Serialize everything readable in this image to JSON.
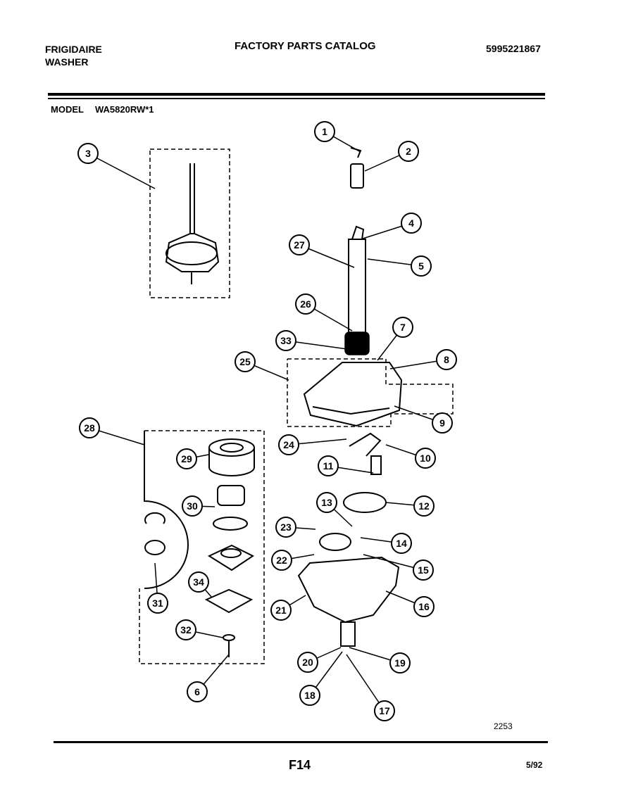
{
  "header": {
    "brand_line1": "FRIGIDAIRE",
    "brand_line2": "WASHER",
    "title": "FACTORY PARTS CATALOG",
    "catalog_number": "5995221867"
  },
  "model": {
    "label": "MODEL",
    "value": "WA5820RW*1"
  },
  "footer": {
    "diagram_code": "2253",
    "page": "F14",
    "date": "5/92"
  },
  "callouts": [
    "1",
    "2",
    "3",
    "4",
    "5",
    "27",
    "26",
    "7",
    "33",
    "8",
    "25",
    "9",
    "28",
    "24",
    "10",
    "29",
    "11",
    "12",
    "13",
    "30",
    "23",
    "14",
    "22",
    "15",
    "31",
    "34",
    "21",
    "16",
    "32",
    "20",
    "19",
    "6",
    "18",
    "17"
  ]
}
